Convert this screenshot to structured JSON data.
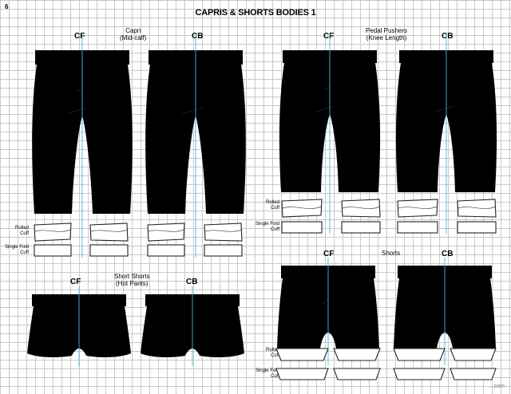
{
  "page": {
    "number": "6",
    "title": "CAPRIS & SHORTS BODIES 1",
    "watermark": "...com"
  },
  "views": {
    "front": "CF",
    "back": "CB"
  },
  "capri": {
    "line1": "Capri",
    "line2": "(Mid-calf)"
  },
  "pedal": {
    "line1": "Pedal Pushers",
    "line2": "(Knee Length)"
  },
  "short_shorts": {
    "line1": "Short Shorts",
    "line2": "(Hot Pants)"
  },
  "shorts": {
    "line1": "Shorts"
  },
  "cuffs": {
    "rolled1": "Rolled",
    "rolled2": "Cuff",
    "single1": "Single Fold",
    "single2": "Cuff"
  },
  "colors": {
    "grid": "#c9c9c9",
    "center_line": "#4bb7d6",
    "outline": "#222222"
  }
}
